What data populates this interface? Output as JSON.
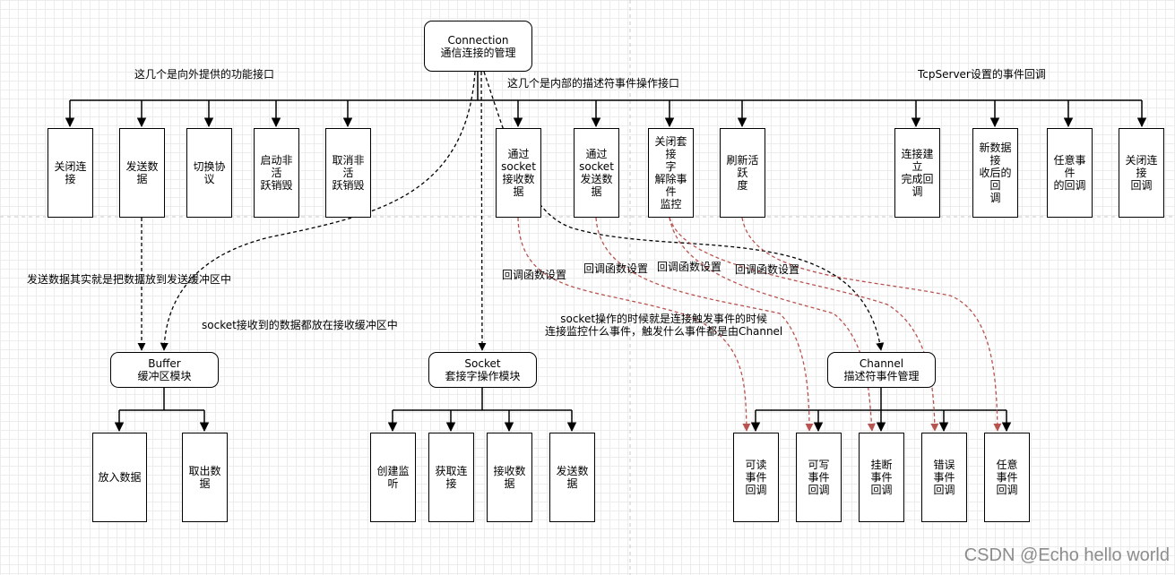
{
  "nodes": {
    "connection": "Connection\n通信连接的管理",
    "close_conn": "关闭连接",
    "send_data": "发送数据",
    "switch_proto": "切换协议",
    "enable_inactive": "启动非活\n跃销毁",
    "cancel_inactive": "取消非活\n跃销毁",
    "socket_recv": "通过\nsocket\n接收数据",
    "socket_send": "通过\nsocket\n发送数据",
    "close_socket": "关闭套接\n字\n解除事件\n监控",
    "refresh": "刷新活跃\n度",
    "conn_done_cb": "连接建立\n完成回调",
    "new_data_cb": "新数据接\n收后的回\n调",
    "any_event_cb": "任意事件\n的回调",
    "close_conn_cb": "关闭连接\n回调",
    "buffer": "Buffer\n缓冲区模块",
    "put_data": "放入数据",
    "take_data": "取出数据",
    "socket": "Socket\n套接字操作模块",
    "create_listen": "创建监听",
    "get_conn": "获取连接",
    "recv_data": "接收数据",
    "send_data2": "发送数据",
    "channel": "Channel\n描述符事件管理",
    "readable_cb": "可读\n事件\n回调",
    "writable_cb": "可写\n事件\n回调",
    "hangup_cb": "挂断\n事件\n回调",
    "error_cb": "错误\n事件\n回调",
    "any_cb": "任意\n事件\n回调"
  },
  "labels": {
    "external_interfaces": "这几个是向外提供的功能接口",
    "internal_interfaces": "这几个是内部的描述符事件操作接口",
    "tcpserver_callbacks": "TcpServer设置的事件回调",
    "send_explain": "发送数据其实就是把数据放到发送缓冲区中",
    "recv_explain": "socket接收到的数据都放在接收缓冲区中",
    "cb_set_1": "回调函数设置",
    "cb_set_2": "回调函数设置",
    "cb_set_3": "回调函数设置",
    "cb_set_4": "回调函数设置",
    "channel_explain": "socket操作的时候就是连接触发事件的时候\n连接监控什么事件，触发什么事件都是由Channel"
  },
  "watermark": "CSDN @Echo hello world",
  "colors": {
    "line": "#000000",
    "callback_line": "#b85450",
    "grid": "#ececec"
  }
}
